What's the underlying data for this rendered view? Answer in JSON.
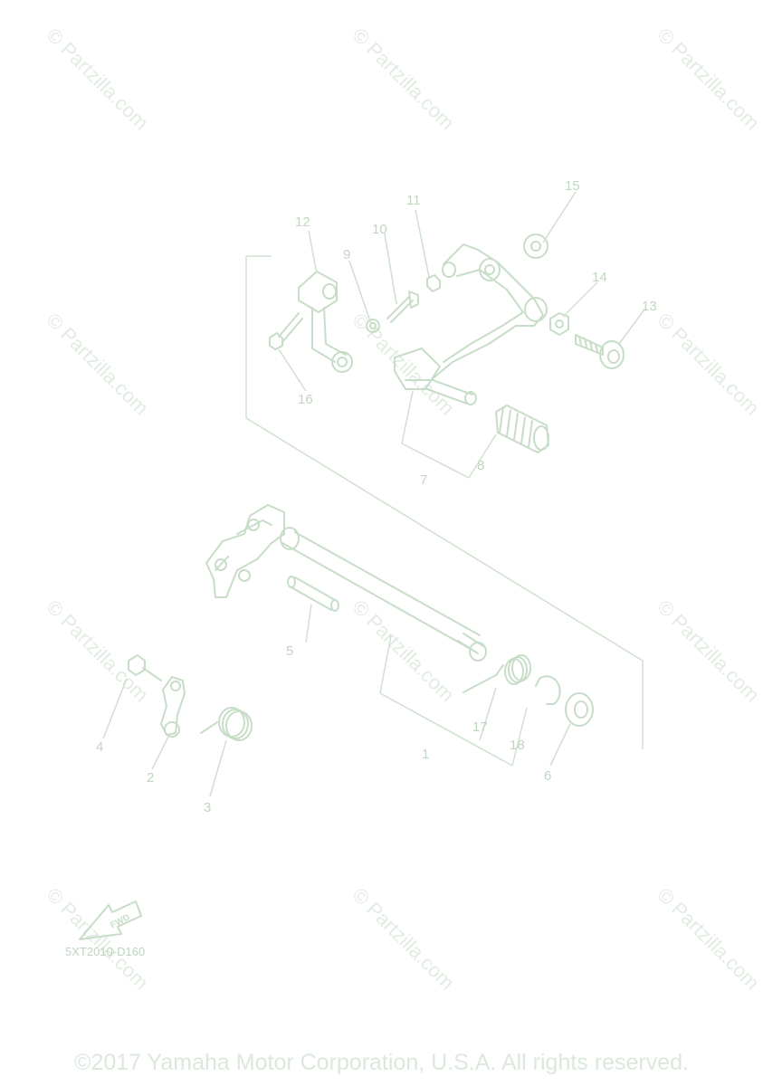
{
  "callouts": {
    "c1": "1",
    "c2": "2",
    "c3": "3",
    "c4": "4",
    "c5": "5",
    "c6": "6",
    "c7": "7",
    "c8": "8",
    "c9": "9",
    "c10": "10",
    "c11": "11",
    "c12": "12",
    "c13": "13",
    "c14": "14",
    "c15": "15",
    "c16": "16",
    "c17": "17",
    "c18": "18"
  },
  "watermark_text": "© Partzilla.com",
  "fwd_label": "FWD",
  "diagram_code": "5XT2010-D160",
  "copyright": "©2017 Yamaha Motor Corporation, U.S.A. All rights reserved.",
  "colors": {
    "line": "#c8ddc8",
    "text": "#c0d6c0",
    "watermark": "#e2ece2"
  }
}
